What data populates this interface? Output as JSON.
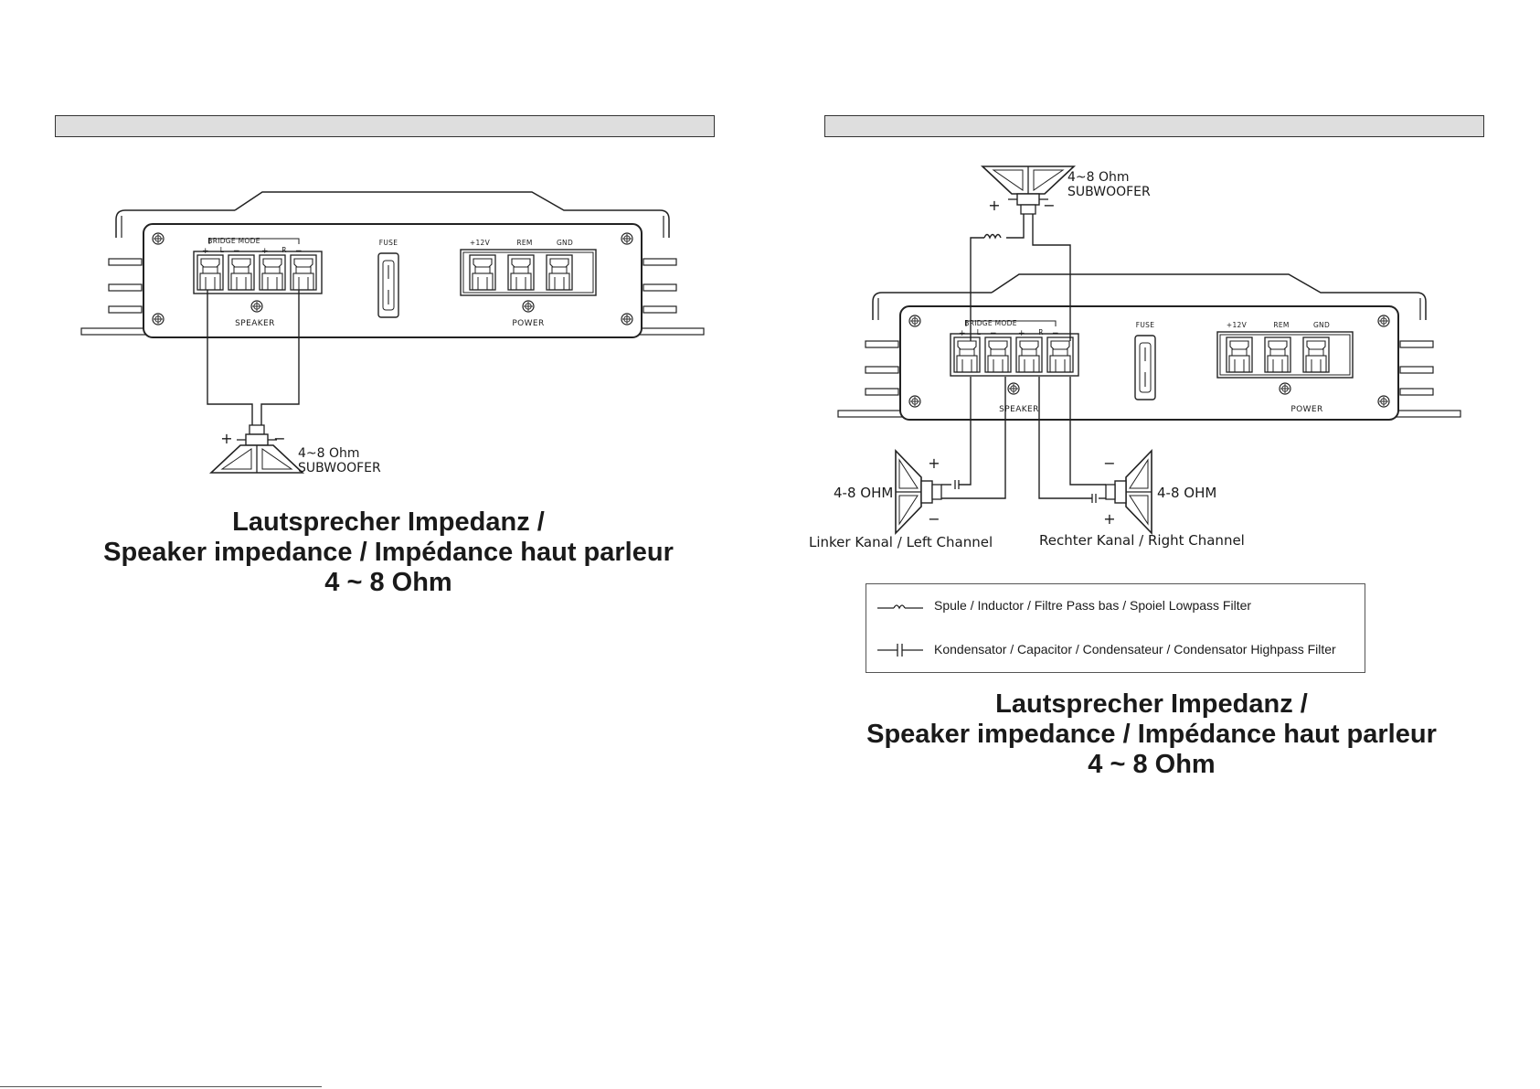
{
  "amplifier": {
    "bridge_mode": "BRIDGE MODE",
    "term_plus": "+",
    "term_l": "L",
    "term_minus": "−",
    "term_r": "R",
    "fuse": "FUSE",
    "plus12v": "+12V",
    "rem": "REM",
    "gnd": "GND",
    "speaker": "SPEAKER",
    "power": "POWER"
  },
  "left_diagram": {
    "sub_impedance": "4~8 Ohm",
    "sub_name": "SUBWOOFER",
    "plus": "+",
    "minus": "−"
  },
  "right_diagram": {
    "sub_impedance": "4~8 Ohm",
    "sub_name": "SUBWOOFER",
    "plus": "+",
    "minus": "−",
    "left_ohm": "4-8 OHM",
    "right_ohm": "4-8 OHM",
    "left_channel": "Linker Kanal / Left Channel",
    "right_channel": "Rechter Kanal / Right Channel"
  },
  "legend": {
    "inductor": "Spule / Inductor / Filtre Pass bas / Spoiel Lowpass Filter",
    "capacitor": "Kondensator / Capacitor / Condensateur / Condensator Highpass Filter"
  },
  "caption_left": {
    "line1": "Lautsprecher Impedanz /",
    "line2": "Speaker impedance / Impédance haut parleur",
    "line3": "4 ~ 8 Ohm"
  },
  "caption_right": {
    "line1": "Lautsprecher Impedanz /",
    "line2": "Speaker impedance / Impédance haut parleur",
    "line3": "4 ~ 8 Ohm"
  }
}
